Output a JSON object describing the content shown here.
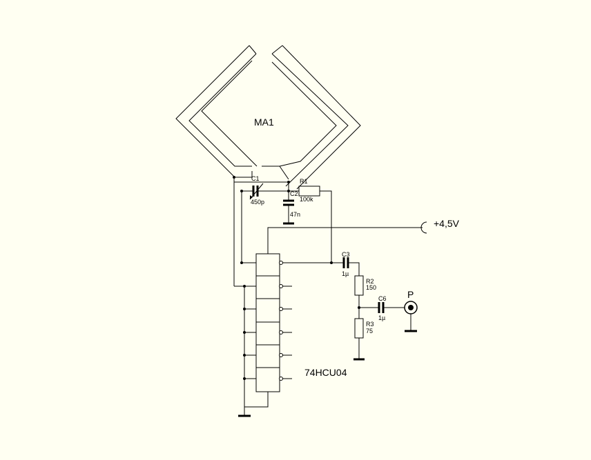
{
  "colors": {
    "background": "#fffff2",
    "ink": "#000000"
  },
  "antenna": {
    "label": "MA1"
  },
  "c1": {
    "ref": "C1",
    "value": "450p"
  },
  "c2": {
    "ref": "C2",
    "value": "47n"
  },
  "r1": {
    "ref": "R1",
    "value": "100k"
  },
  "c3": {
    "ref": "C3",
    "value": "1µ"
  },
  "r2": {
    "ref": "R2",
    "value": "150"
  },
  "c6": {
    "ref": "C6",
    "value": "1µ"
  },
  "r3": {
    "ref": "R3",
    "value": "75"
  },
  "supply": {
    "label": "+4,5V"
  },
  "output": {
    "label": "P"
  },
  "ic": {
    "label": "74HCU04"
  }
}
